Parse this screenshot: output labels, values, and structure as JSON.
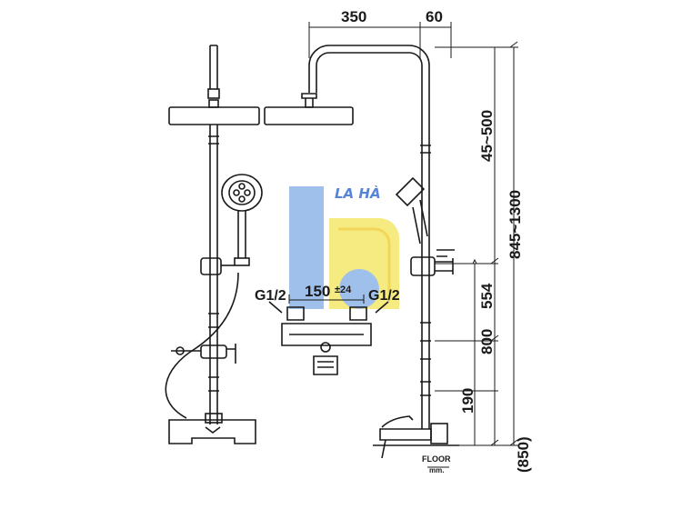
{
  "dimensions": {
    "top_width": "350",
    "top_offset": "60",
    "head_height": "45~500",
    "bar_height": "845~1300",
    "valve_height": "554",
    "mixer_height": "800",
    "outlet_height": "190",
    "floor_height": "(850)",
    "inlet_spacing": "150",
    "inlet_tolerance": "±24",
    "left_inlet": "G1/2",
    "right_inlet": "G1/2"
  },
  "floor_label": "FLOOR",
  "unit_label": "mm.",
  "watermark": "LA HÀ",
  "colors": {
    "line": "#1a1a1a",
    "watermark_blue": "#8fb6e8",
    "watermark_yellow": "#f5e86a"
  }
}
